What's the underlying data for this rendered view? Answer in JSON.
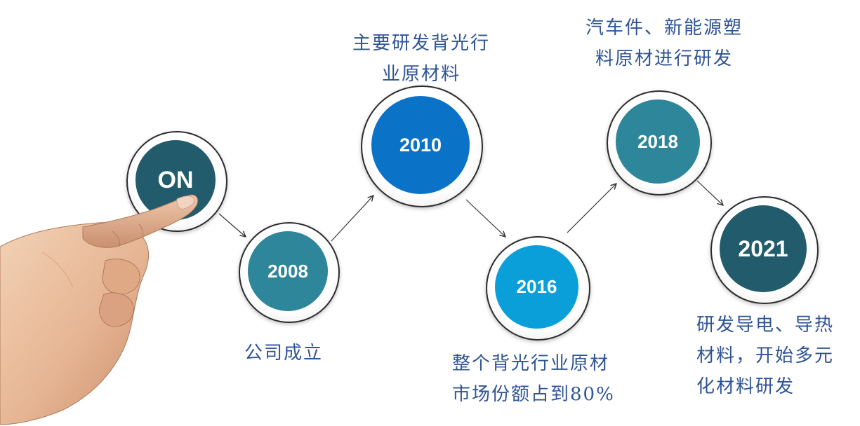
{
  "colors": {
    "caption": "#2f5496",
    "dark_teal": "#225b6b",
    "mid_teal": "#2e869b",
    "royal_blue": "#0a72c7",
    "sky_blue": "#0b9fda",
    "arrow": "#333333"
  },
  "start": {
    "label": "ON"
  },
  "milestones": [
    {
      "year": "2008",
      "caption": [
        "公司成立"
      ]
    },
    {
      "year": "2010",
      "caption": [
        "主要研发背光行",
        "业原材料"
      ]
    },
    {
      "year": "2016",
      "caption": [
        "整个背光行业原材",
        "市场份额占到80%"
      ]
    },
    {
      "year": "2018",
      "caption": [
        "汽车件、新能源塑",
        "料原材进行研发"
      ]
    },
    {
      "year": "2021",
      "caption": [
        "研发导电、导热",
        "材料，开始多元",
        "化材料研发"
      ]
    }
  ]
}
